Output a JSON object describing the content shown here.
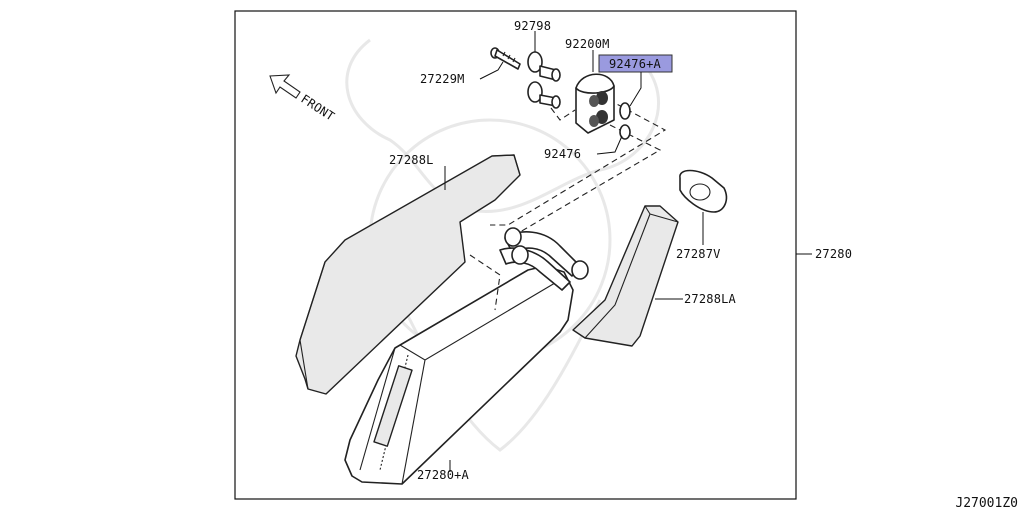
{
  "labels": {
    "p92798": "92798",
    "p92200m": "92200M",
    "p92476a": "92476+A",
    "p27229m": "27229M",
    "front": "FRONT",
    "p92476": "92476",
    "p27288l": "27288L",
    "p27287v": "27287V",
    "p27280": "27280",
    "p27288la": "27288LA",
    "p27280a": "27280+A"
  },
  "highlight_color": "#9a9adf",
  "diagram_code": "J27001Z0"
}
